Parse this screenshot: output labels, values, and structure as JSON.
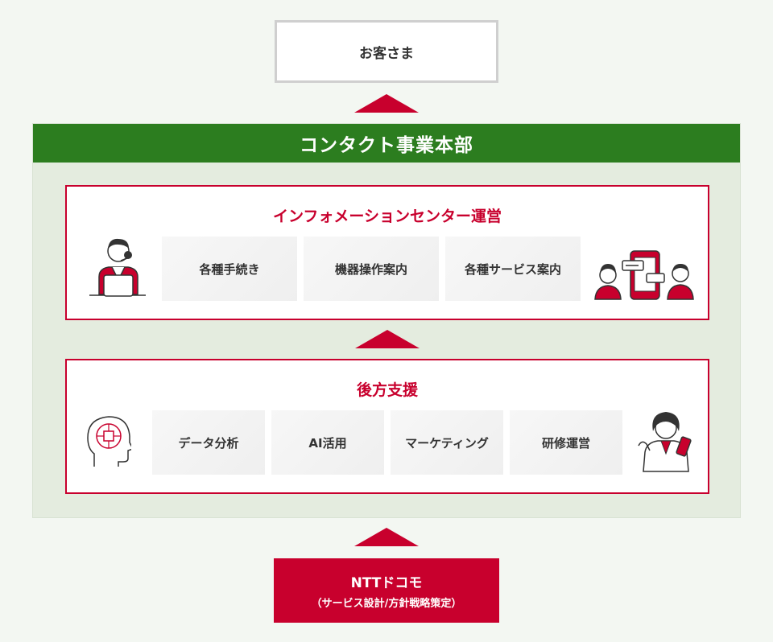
{
  "customer": {
    "label": "お客さま"
  },
  "division": {
    "title": "コンタクト事業本部",
    "info_center": {
      "title": "インフォメーションセンター運営",
      "services": [
        "各種手続き",
        "機器操作案内",
        "各種サービス案内"
      ]
    },
    "back_office": {
      "title": "後方支援",
      "services": [
        "データ分析",
        "AI活用",
        "マーケティング",
        "研修運営"
      ]
    }
  },
  "docomo": {
    "name": "NTTドコモ",
    "description": "（サービス設計/方針戦略策定）"
  },
  "colors": {
    "accent_red": "#c8002d",
    "header_green": "#2c7d1f",
    "division_bg": "#e4ecdf",
    "tile_bg": "#f2f2f2"
  },
  "icons": [
    "operator-icon",
    "smartphone-chat-icon",
    "ai-brain-icon",
    "presenter-icon"
  ]
}
